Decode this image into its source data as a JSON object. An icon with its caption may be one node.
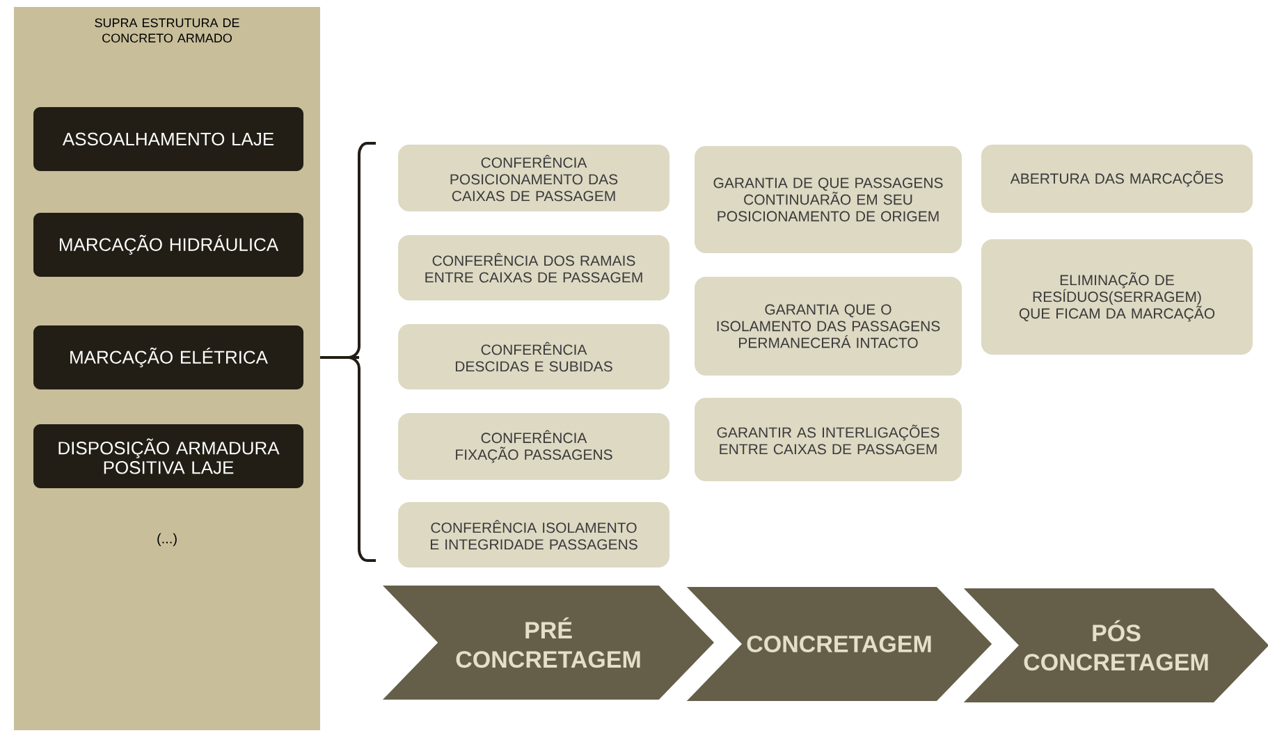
{
  "diagram": {
    "nodes": [
      {
        "text": [
          "SUPRA ESTRUTURA DE CONCRETO ARMADO"
        ]
      },
      {
        "text": [
          "ASSOALHAMENTO LAJE"
        ],
        "in": 0
      },
      {
        "text": [
          "MARCAÇÃO HIDRÁULICA"
        ],
        "in": 0
      },
      {
        "text": [
          "MARCAÇÃO ELÉTRICA"
        ],
        "in": 0
      },
      {
        "text": [
          "DISPOSIÇÃO ARMADURA POSITIVA LAJE"
        ],
        "in": 0
      },
      {
        "text": [
          "CONFERÊNCIA POSICIONAMENTO DAS CAIXAS DE PASSAGEM"
        ]
      },
      {
        "text": [
          "CONFERÊNCIA DOS RAMAIS ENTRE CAIXAS DE PASSAGEM"
        ]
      },
      {
        "text": [
          "CONFERÊNCIA DESCIDAS E SUBIDAS"
        ]
      },
      {
        "text": [
          "CONFERÊNCIA FIXAÇÃO PASSAGENS"
        ]
      },
      {
        "text": [
          "CONFERÊNCIA ISOLAMENTO E INTEGRIDADE PASSAGENS"
        ]
      },
      {
        "text": [
          "GARANTIA DE QUE PASSAGENS CONTINUARÃO EM SEU POSICIONAMENTO DE ORIGEM"
        ]
      },
      {
        "text": [
          "GARANTIA QUE O ISOLAMENTO DAS PASSAGENS PERMANECERÁ INTACTO"
        ]
      },
      {
        "text": [
          "GARANTIR AS INTERLIGAÇÕES ENTRE CAIXAS DE PASSAGEM"
        ]
      },
      {
        "text": [
          "ABERTURA DAS MARCAÇÕES"
        ]
      },
      {
        "text": [
          "ELIMINAÇÃO DE RESÍDUOS(SERRAGEM) QUE FICAM DA MARCAÇÃO"
        ]
      },
      {
        "text": [
          "PRÉ CONCRETAGEM"
        ]
      },
      {
        "text": [
          "CONCRETAGEM"
        ]
      },
      {
        "text": [
          "PÓS CONCRETAGEM"
        ]
      }
    ],
    "labels": [
      "(...)"
    ]
  }
}
